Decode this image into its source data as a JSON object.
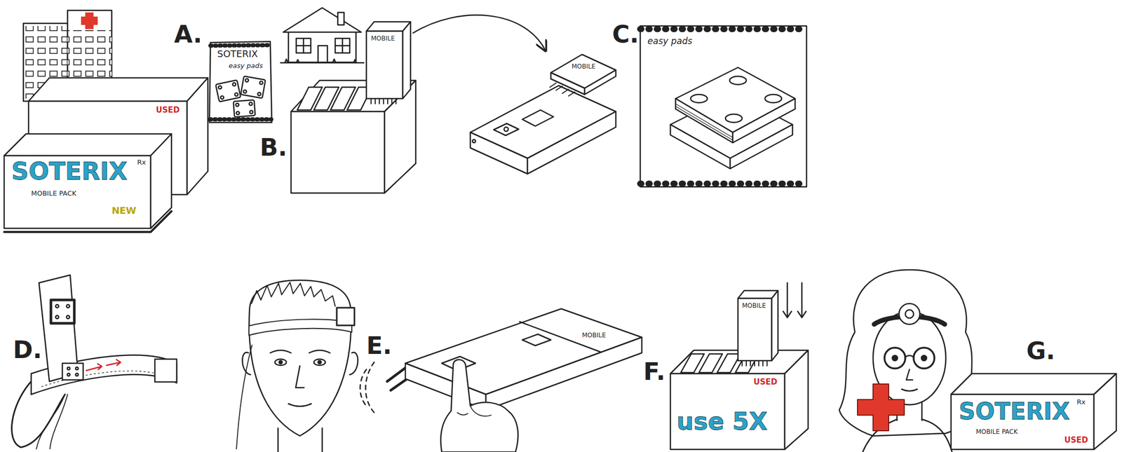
{
  "diagram": {
    "nodes": [
      {
        "text": [
          "SOTERIX",
          "Rx",
          "MOBILE PACK",
          "NEW"
        ]
      },
      {
        "text": [
          "USED"
        ]
      },
      {
        "text": [
          "SOTERIX",
          "easy pads"
        ]
      },
      {
        "text": [
          "MOBILE"
        ]
      },
      {
        "text": [
          "MOBILE"
        ]
      },
      {
        "text": [
          "easy pads"
        ]
      },
      {
        "text": [
          "MOBILE"
        ]
      },
      {
        "text": [
          "MOBILE"
        ]
      },
      {
        "text": [
          "USED",
          "use 5X"
        ]
      },
      {
        "text": [
          "SOTERIX",
          "Rx",
          "MOBILE PACK",
          "USED"
        ]
      }
    ],
    "edges": [
      {
        "from": 3,
        "to": 4,
        "arrow": "to"
      }
    ],
    "labels": [
      "A.",
      "B.",
      "C.",
      "D.",
      "E.",
      "F.",
      "G."
    ]
  }
}
